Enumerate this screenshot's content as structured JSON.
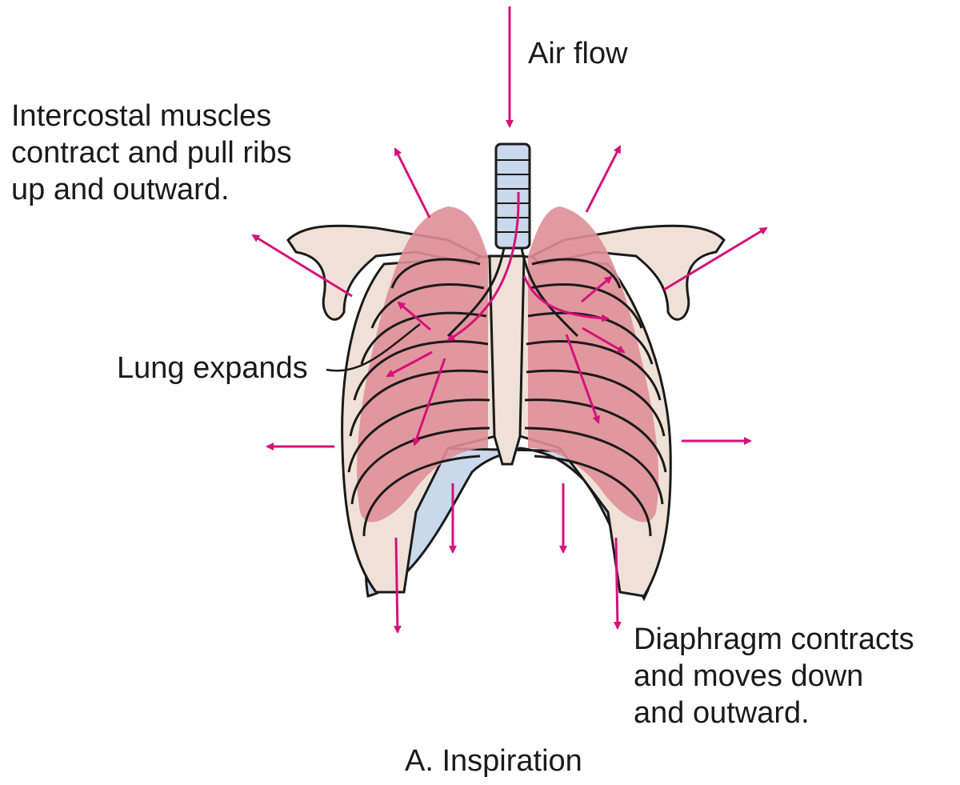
{
  "figure": {
    "caption": "A. Inspiration",
    "labels": {
      "air_flow": "Air flow",
      "intercostal": "Intercostal muscles\ncontract and pull ribs\nup and outward.",
      "lung_expands": "Lung expands",
      "diaphragm": "Diaphragm contracts\nand moves down\nand outward."
    }
  },
  "colors": {
    "arrow": "#d6117a",
    "lung": "#df8f98",
    "lung_shadow": "#cf7885",
    "bone": "#efe1d7",
    "diaphragm": "#c9d8ea",
    "outline": "#1a1a1a"
  }
}
